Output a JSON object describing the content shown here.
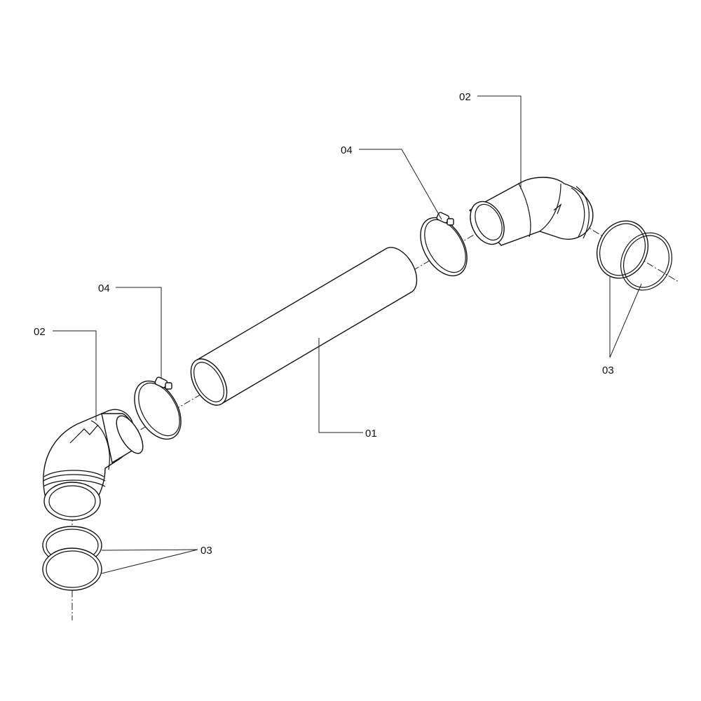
{
  "labels": {
    "pipe": "01",
    "elbow_left": "02",
    "elbow_right": "02",
    "seals_left": "03",
    "seals_right": "03",
    "clamp_left": "04",
    "clamp_right": "04"
  },
  "colors": {
    "line": "#111111",
    "background": "#ffffff"
  }
}
